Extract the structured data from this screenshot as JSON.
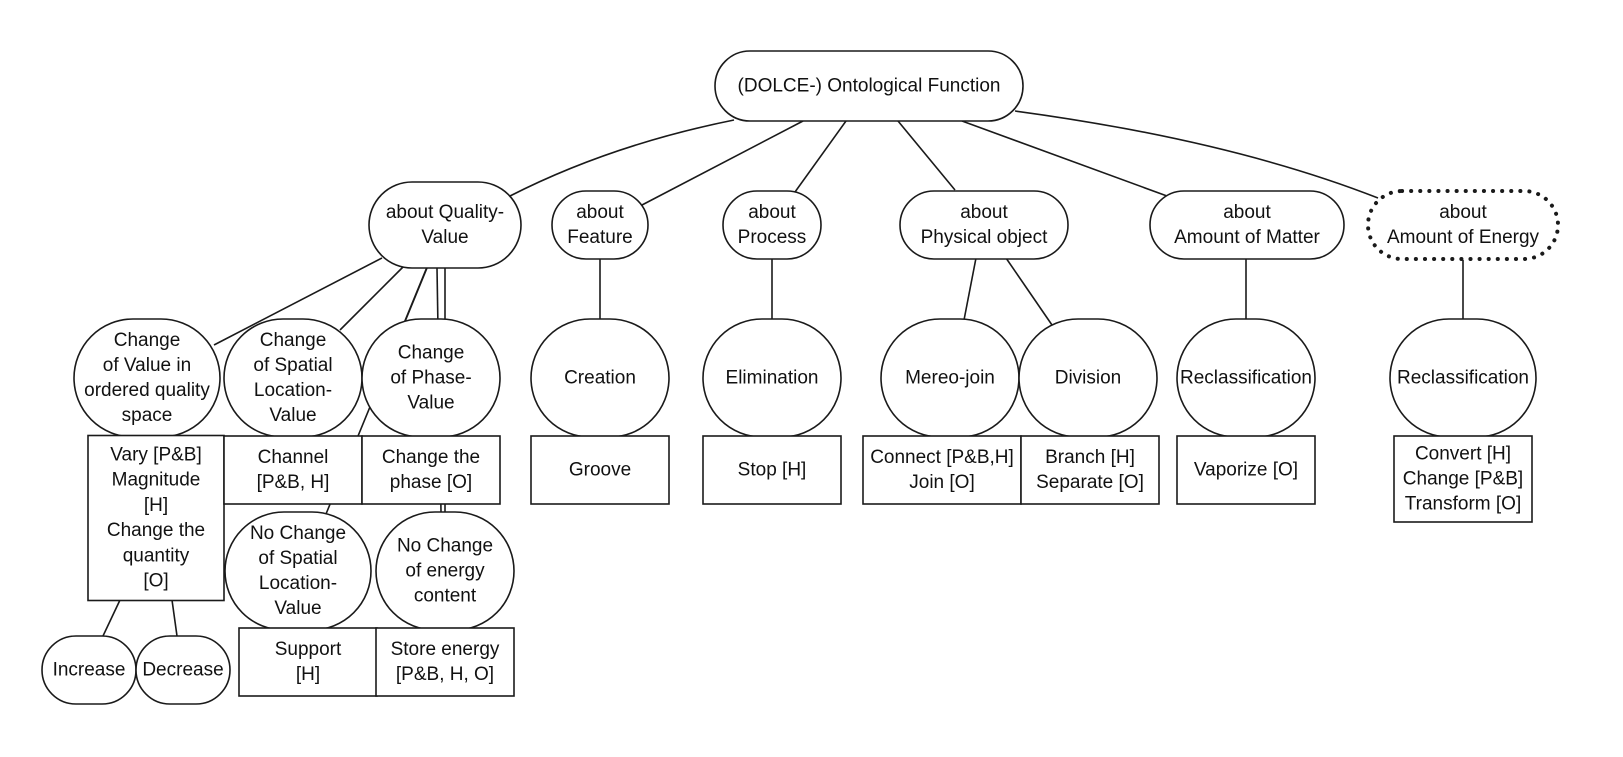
{
  "root": {
    "label": [
      "(DOLCE-) Ontological Function"
    ]
  },
  "categories": [
    {
      "id": "quality-value",
      "label": [
        "about Quality-",
        "Value"
      ],
      "functions": [
        {
          "id": "change-ordered",
          "label": [
            "Change",
            "of Value in",
            "ordered quality",
            "space"
          ],
          "terms": [
            "Vary [P&B]",
            "Magnitude",
            "[H]",
            "Change the",
            "quantity",
            "[O]"
          ],
          "children": [
            {
              "id": "increase",
              "label": [
                "Increase"
              ]
            },
            {
              "id": "decrease",
              "label": [
                "Decrease"
              ]
            }
          ]
        },
        {
          "id": "change-spatial",
          "label": [
            "Change",
            "of Spatial",
            "Location-",
            "Value"
          ],
          "terms": [
            "Channel",
            "[P&B, H]"
          ]
        },
        {
          "id": "change-phase",
          "label": [
            "Change",
            "of Phase-",
            "Value"
          ],
          "terms": [
            "Change the",
            "phase [O]"
          ]
        },
        {
          "id": "no-change-spatial",
          "label": [
            "No Change",
            "of Spatial",
            "Location-",
            "Value"
          ],
          "terms": [
            "Support",
            "[H]"
          ]
        },
        {
          "id": "no-change-energy",
          "label": [
            "No Change",
            "of energy",
            "content"
          ],
          "terms": [
            "Store energy",
            "[P&B, H, O]"
          ]
        }
      ]
    },
    {
      "id": "feature",
      "label": [
        "about",
        "Feature"
      ],
      "functions": [
        {
          "id": "creation",
          "label": [
            "Creation"
          ],
          "terms": [
            "Groove"
          ]
        }
      ]
    },
    {
      "id": "process",
      "label": [
        "about",
        "Process"
      ],
      "functions": [
        {
          "id": "elimination",
          "label": [
            "Elimination"
          ],
          "terms": [
            "Stop [H]"
          ]
        }
      ]
    },
    {
      "id": "physical-object",
      "label": [
        "about",
        "Physical object"
      ],
      "functions": [
        {
          "id": "mereo-join",
          "label": [
            "Mereo-join"
          ],
          "terms": [
            "Connect [P&B,H]",
            "Join [O]"
          ]
        },
        {
          "id": "division",
          "label": [
            "Division"
          ],
          "terms": [
            "Branch [H]",
            "Separate [O]"
          ]
        }
      ]
    },
    {
      "id": "amount-matter",
      "label": [
        "about",
        "Amount of Matter"
      ],
      "functions": [
        {
          "id": "reclass-matter",
          "label": [
            "Reclassification"
          ],
          "terms": [
            "Vaporize [O]"
          ]
        }
      ]
    },
    {
      "id": "amount-energy",
      "label": [
        "about",
        "Amount of Energy"
      ],
      "border": "dotted",
      "functions": [
        {
          "id": "reclass-energy",
          "label": [
            "Reclassification"
          ],
          "terms": [
            "Convert [H]",
            "Change [P&B]",
            "Transform [O]"
          ]
        }
      ]
    }
  ]
}
